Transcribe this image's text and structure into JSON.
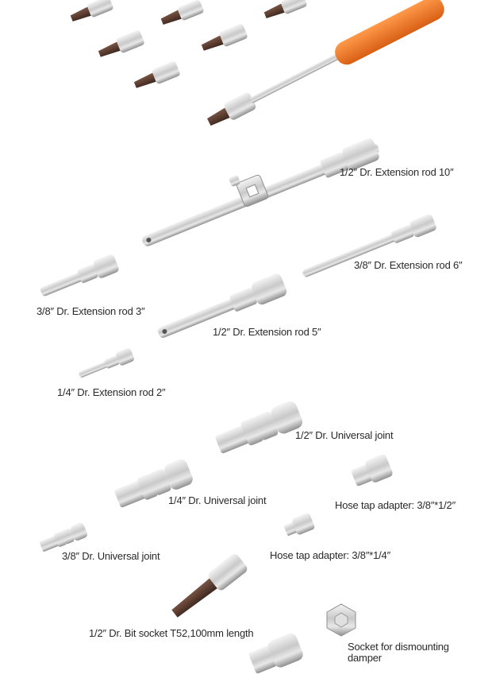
{
  "labels": {
    "ext_10": "1/2″ Dr. Extension rod 10″",
    "ext_6": "3/8″ Dr. Extension rod 6″",
    "ext_3": "3/8″ Dr. Extension rod 3″",
    "ext_5": "1/2″ Dr. Extension rod 5″",
    "ext_2": "1/4″ Dr. Extension rod 2″",
    "uj_12": "1/2″ Dr. Universal joint",
    "uj_14": "1/4″ Dr. Universal joint",
    "uj_38": "3/8″ Dr. Universal joint",
    "hose_38_12": "Hose tap adapter: 3/8″*1/2″",
    "hose_38_14": "Hose tap adapter: 3/8″*1/4″",
    "bit_socket": "1/2″ Dr. Bit socket T52,100mm length",
    "dismount": "Socket for dismounting damper"
  },
  "colors": {
    "chrome": "#c9c9c9",
    "chrome_dark": "#8f8f8f",
    "bit_brown": "#5a3a2e",
    "handle_orange": "#f07a2a"
  }
}
